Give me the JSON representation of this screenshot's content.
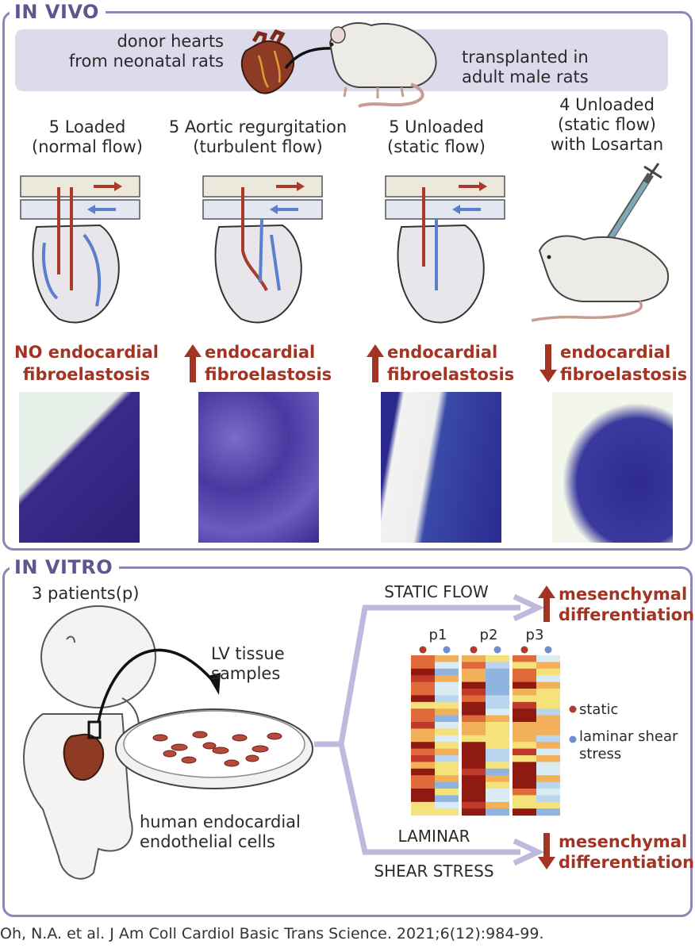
{
  "in_vivo": {
    "title": "IN VIVO",
    "donor_text_1": "donor hearts",
    "donor_text_2": "from neonatal rats",
    "recipient_text_1": "transplanted in",
    "recipient_text_2": "adult male rats",
    "groups": [
      {
        "line1": "5 Loaded",
        "line2": "(normal flow)",
        "line3": "",
        "outcome1": "NO endocardial",
        "outcome2": "fibroelastosis",
        "arrow": "none"
      },
      {
        "line1": "5 Aortic regurgitation",
        "line2": "(turbulent flow)",
        "line3": "",
        "outcome1": "endocardial",
        "outcome2": "fibroelastosis",
        "arrow": "up"
      },
      {
        "line1": "5 Unloaded",
        "line2": "(static flow)",
        "line3": "",
        "outcome1": "endocardial",
        "outcome2": "fibroelastosis",
        "arrow": "up"
      },
      {
        "line1": "4 Unloaded",
        "line2": "(static flow)",
        "line3": "with Losartan",
        "outcome1": "endocardial",
        "outcome2": "fibroelastosis",
        "arrow": "down"
      }
    ]
  },
  "in_vitro": {
    "title": "IN VITRO",
    "patients": "3 patients(p)",
    "lv_1": "LV tissue",
    "lv_2": "samples",
    "cells_1": "human endocardial",
    "cells_2": "endothelial cells",
    "static_flow": "STATIC FLOW",
    "laminar_1": "LAMINAR",
    "laminar_2": "SHEAR STRESS",
    "outcome_up_1": "mesenchymal",
    "outcome_up_2": "differentiation",
    "outcome_down_1": "mesenchymal",
    "outcome_down_2": "differentiation",
    "heatmap_cols": [
      "p1",
      "p2",
      "p3"
    ],
    "legend_static": "static",
    "legend_laminar_1": "laminar shear",
    "legend_laminar_2": "stress",
    "colors": {
      "static": "#b03a2e",
      "laminar": "#6f8fd0",
      "accent": "#a33424",
      "frame": "#8c87b8"
    }
  },
  "citation": "Oh, N.A. et al. J Am Coll Cardiol Basic Trans Science. 2021;6(12):984-99."
}
